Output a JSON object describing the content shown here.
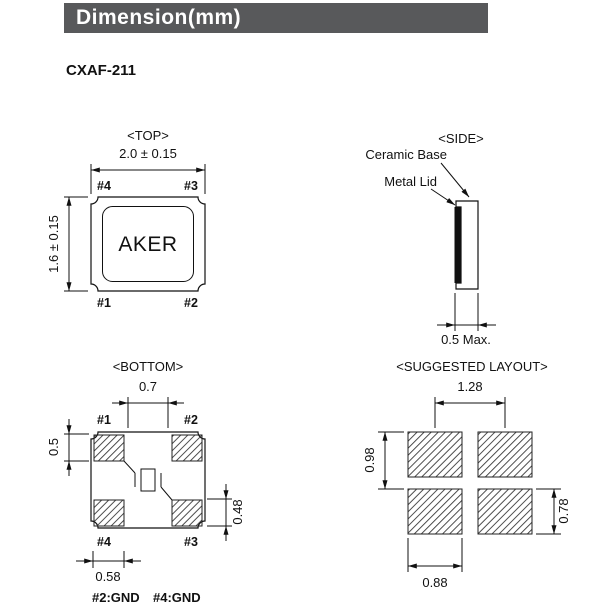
{
  "colors": {
    "header_bg": "#58595B",
    "header_fg": "#FFFFFF",
    "ink": "#111111"
  },
  "header": {
    "title": "Dimension(mm)"
  },
  "part": {
    "name": "CXAF-211"
  },
  "top_view": {
    "label": "<TOP>",
    "width_dim": "2.0 ± 0.15",
    "height_dim": "1.6 ± 0.15",
    "marking": "AKER",
    "pin_top_left": "#4",
    "pin_top_right": "#3",
    "pin_bottom_left": "#1",
    "pin_bottom_right": "#2"
  },
  "side_view": {
    "label": "<SIDE>",
    "callout_ceramic": "Ceramic Base",
    "callout_lid": "Metal Lid",
    "thickness_dim": "0.5 Max."
  },
  "bottom_view": {
    "label": "<BOTTOM>",
    "pin_top_left": "#1",
    "pin_top_right": "#2",
    "pin_bottom_left": "#4",
    "pin_bottom_right": "#3",
    "dim_top": "0.7",
    "dim_left": "0.5",
    "dim_right": "0.48",
    "dim_bottom": "0.58",
    "gnd_note_1": "#2:GND",
    "gnd_note_2": "#4:GND"
  },
  "layout_view": {
    "label": "<SUGGESTED LAYOUT>",
    "dim_top": "1.28",
    "dim_left": "0.98",
    "dim_right": "0.78",
    "dim_bottom": "0.88"
  }
}
